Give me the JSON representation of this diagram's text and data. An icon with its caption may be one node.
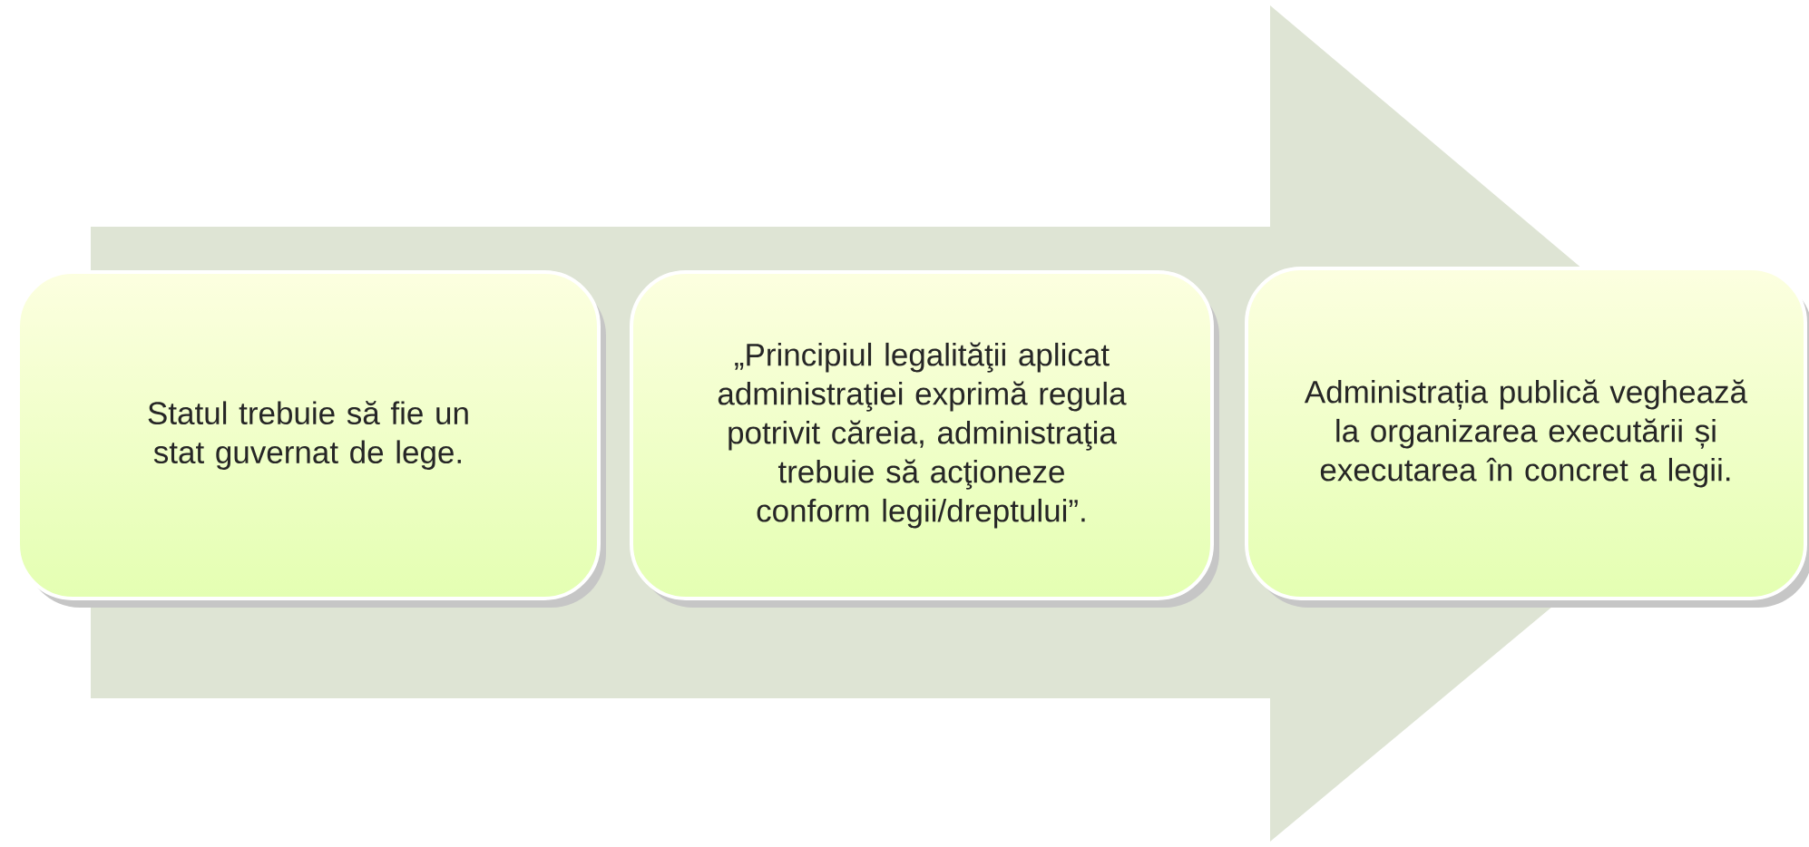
{
  "diagram": {
    "nodes": [
      {
        "text": [
          "Statul trebuie să fie un stat guvernat de lege."
        ]
      },
      {
        "text": [
          "„Principiul legalităţii aplicat administraţiei exprimă regula potrivit căreia, administraţia trebuie să acţioneze conform legii/dreptului”."
        ]
      },
      {
        "text": [
          "Administrația publică veghează la organizarea executării și executarea în concret a legii."
        ]
      }
    ],
    "edges": [
      {
        "from": 0,
        "to": 2,
        "arrow": "to"
      }
    ]
  }
}
